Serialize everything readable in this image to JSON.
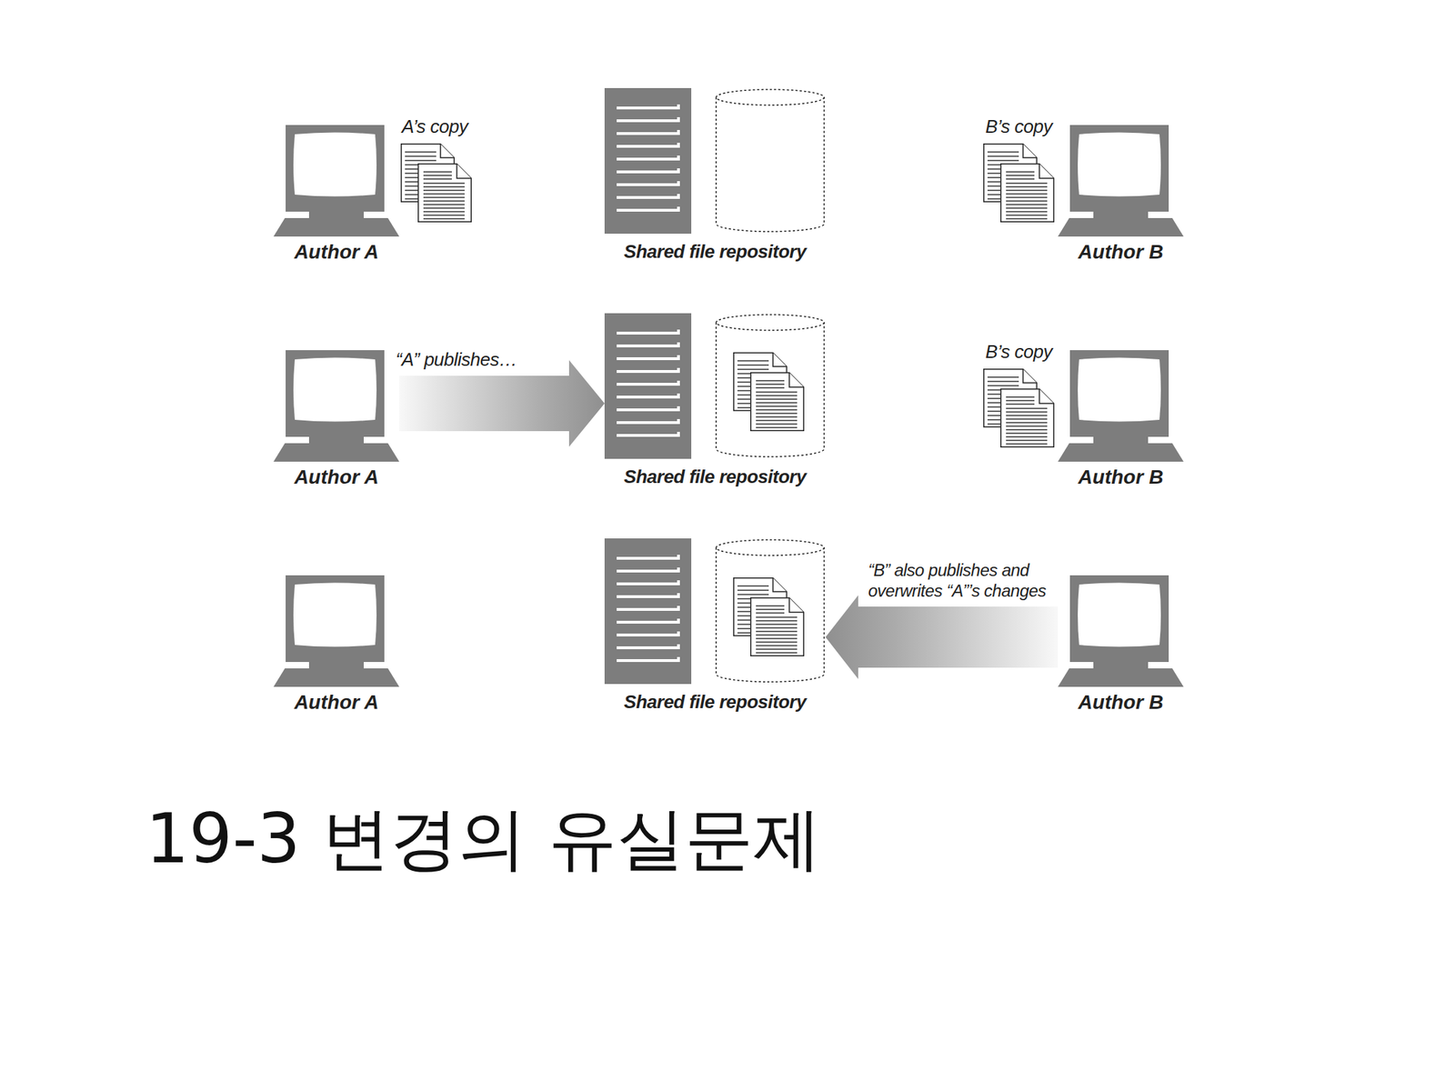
{
  "diagram": {
    "caption": "19-3 변경의 유실문제",
    "nodes": [
      {
        "text": [
          "Author A"
        ]
      },
      {
        "text": [
          "Shared file repository"
        ]
      },
      {
        "text": [
          "Author B"
        ]
      },
      {
        "text": [
          "Author A"
        ]
      },
      {
        "text": [
          "Shared file repository"
        ]
      },
      {
        "text": [
          "Author B"
        ]
      },
      {
        "text": [
          "Author A"
        ]
      },
      {
        "text": [
          "Shared file repository"
        ]
      },
      {
        "text": [
          "Author B"
        ]
      }
    ],
    "edges": [
      {
        "from": 3,
        "to": 4,
        "arrow": "to",
        "label": "“A” publishes…"
      },
      {
        "from": 8,
        "to": 7,
        "arrow": "to",
        "label": "“B” also publishes and overwrites “A”’s changes"
      }
    ],
    "labels": [
      "A’s copy",
      "B’s copy",
      "B’s copy"
    ]
  }
}
